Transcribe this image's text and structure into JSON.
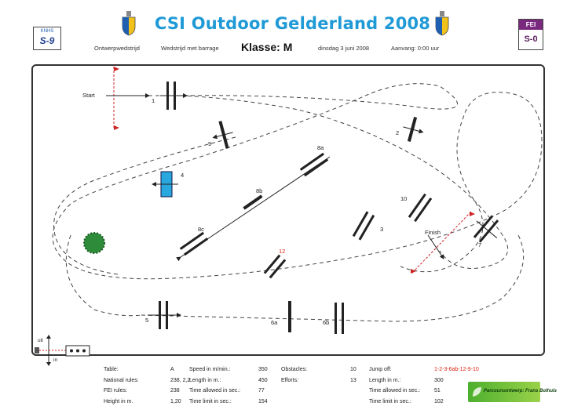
{
  "header": {
    "title": "CSI Outdoor Gelderland 2008",
    "left_badge_top": "KNHS",
    "left_badge_code": "S-9",
    "right_badge_top": "FEI",
    "right_badge_code": "S-0",
    "designer_label": "Ontwerpwedstrijd",
    "competition": "Wedstrijd met barrage",
    "klasse": "Klasse: M",
    "date": "dinsdag 3 juni 2008",
    "start_time": "Aanvang: 0:00 uur"
  },
  "course": {
    "start_label": "Start",
    "finish_label": "Finish",
    "exit_out": "uit",
    "exit_in": "in",
    "obstacles": [
      "1",
      "2",
      "3",
      "4",
      "5",
      "6a",
      "6b",
      "7",
      "8a",
      "8b",
      "8c",
      "9",
      "10",
      "12"
    ]
  },
  "footer": {
    "col1": [
      {
        "label": "Table:",
        "value": "A"
      },
      {
        "label": "National rules:",
        "value": "238, 2,2"
      },
      {
        "label": "FEI rules:",
        "value": "238"
      },
      {
        "label": "Height in m.",
        "value": "1,20"
      }
    ],
    "col2": [
      {
        "label": "Speed in m/min.:",
        "value": "350"
      },
      {
        "label": "Length in m.:",
        "value": "450"
      },
      {
        "label": "Time allowed in sec.:",
        "value": "77"
      },
      {
        "label": "Time limit in sec.:",
        "value": "154"
      }
    ],
    "col3": [
      {
        "label": "Obstacles:",
        "value": "10"
      },
      {
        "label": "Efforts:",
        "value": "13"
      }
    ],
    "col4": [
      {
        "label": "Jump off:",
        "value": "1-2-3-6ab-12-9-10"
      },
      {
        "label": "Length in m.:",
        "value": "300"
      },
      {
        "label": "Time allowed in sec.:",
        "value": "51"
      },
      {
        "label": "Time limit in sec.:",
        "value": "102"
      }
    ],
    "logo_text": "Parcoursontwerp: Frans Bolhuis"
  },
  "colors": {
    "title": "#1f9ad6",
    "fei": "#7a2a7e",
    "water": "#29a8e0",
    "tree": "#2e8b3a",
    "flag": "#cc2222",
    "jumpoff": "#dd1111"
  }
}
